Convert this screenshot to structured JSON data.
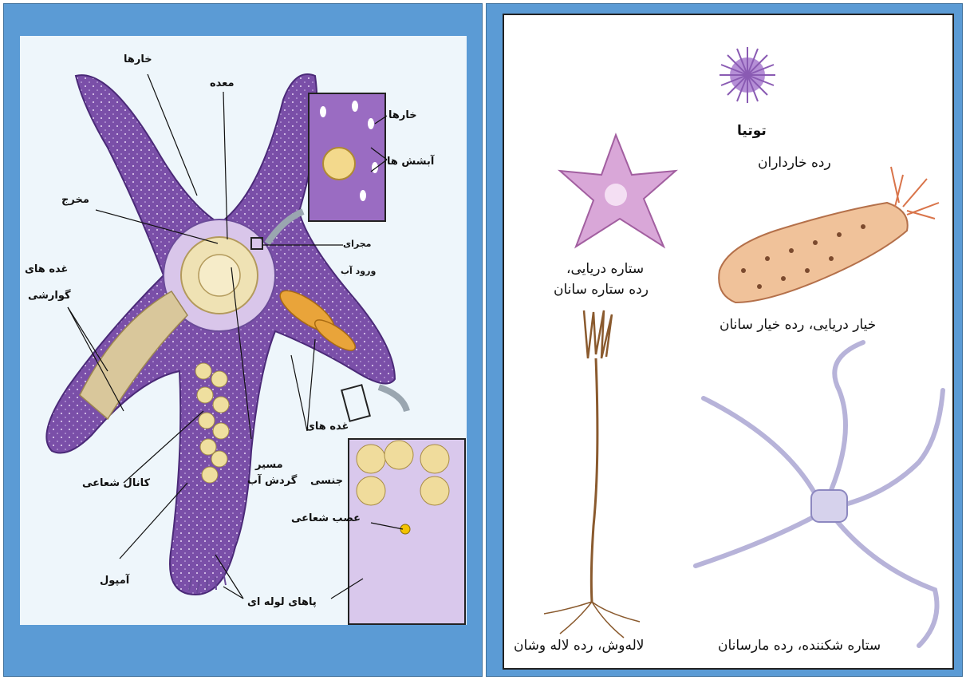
{
  "left_diagram": {
    "labels": {
      "spines": "خارها",
      "stomach": "معده",
      "spines_inset": "خارها",
      "gills": "آبشش ها",
      "anus": "مخرج",
      "water_inlet_1": "مجرای",
      "water_inlet_2": "ورود آب",
      "digestive_glands_1": "غده های",
      "digestive_glands_2": "گوارشی",
      "radial_canal": "کانال شعاعی",
      "water_path_1": "مسیر",
      "water_path_2": "گردش آب",
      "gonads_1": "غده های",
      "gonads_2": "جنسی",
      "radial_nerve": "عصب شعاعی",
      "ampulla": "آمپول",
      "tube_feet": "پاهای لوله ای"
    }
  },
  "right_diagram": {
    "labels": {
      "sea_urchin": "توتیا",
      "echinoid_class": "رده خارداران",
      "sea_star_1": "ستاره دریایی،",
      "sea_star_2": "رده ستاره سانان",
      "sea_cucumber": "خیار دریایی، رده خیار سانان",
      "crinoid": "لاله‌وش، رده لاله وشان",
      "brittle_star": "ستاره شکننده، رده مارسانان"
    }
  },
  "colors": {
    "panel_blue": "#5b9bd5",
    "starfish_purple": "#7a4fa8",
    "organ_cream": "#efe2b4",
    "gonad_orange": "#e9a43a",
    "sea_star_pink": "#d9a7d8",
    "brittle_lavender": "#b7b3d9"
  }
}
